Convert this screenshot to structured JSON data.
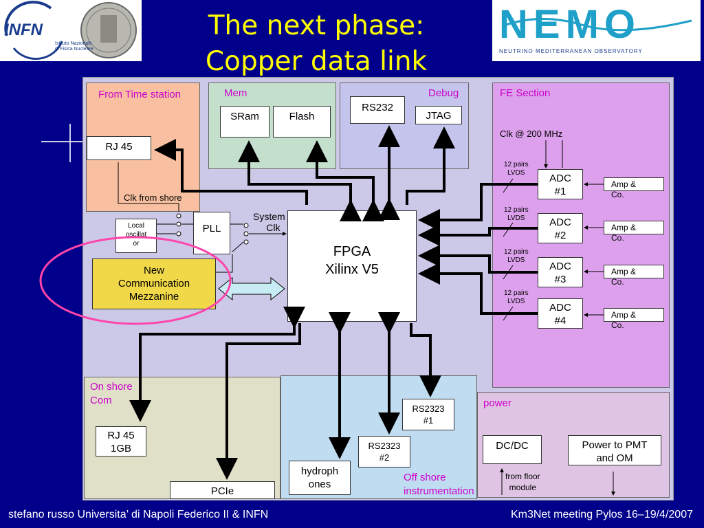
{
  "title": {
    "line1": "The next phase:",
    "line2": "Copper data link"
  },
  "logos": {
    "infn": {
      "name": "INFN",
      "subtitle_1": "Istituto Nazionale",
      "subtitle_2": "di Fisica Nucleare"
    },
    "nemo": {
      "name": "NEMO",
      "subtitle": "NEUTRINO MEDITERRANEAN OBSERVATORY"
    }
  },
  "sections": {
    "time_station": "From Time station",
    "mem": "Mem",
    "debug": "Debug",
    "fe": "FE Section",
    "onshore_1": "On shore",
    "onshore_2": "Com",
    "power": "power",
    "offshore_1": "Off shore",
    "offshore_2": "instrumentation"
  },
  "blocks": {
    "rj45_top": "RJ 45",
    "sram": "SRam",
    "flash": "Flash",
    "rs232": "RS232",
    "jtag": "JTAG",
    "local_osc_1": "Local",
    "local_osc_2": "oscillat",
    "local_osc_3": "or",
    "pll": "PLL",
    "new_mezz_1": "New",
    "new_mezz_2": "Communication",
    "new_mezz_3": "Mezzanine",
    "fpga_1": "FPGA",
    "fpga_2": "Xilinx V5",
    "adc1_1": "ADC",
    "adc1_2": "#1",
    "adc2_1": "ADC",
    "adc2_2": "#2",
    "adc3_1": "ADC",
    "adc3_2": "#3",
    "adc4_1": "ADC",
    "adc4_2": "#4",
    "amp_1": "Amp &",
    "amp_2": "Co.",
    "rj45_1gb_1": "RJ 45",
    "rj45_1gb_2": "1GB",
    "pcie": "PCIe",
    "hydro_1": "hydroph",
    "hydro_2": "ones",
    "rs2323_1_a": "RS2323",
    "rs2323_1_b": "#1",
    "rs2323_2_a": "RS2323",
    "rs2323_2_b": "#2",
    "dcdc": "DC/DC",
    "power_pmt_1": "Power to PMT",
    "power_pmt_2": "and OM"
  },
  "labels": {
    "clk_from_shore": "Clk from shore",
    "system_clk_1": "System",
    "system_clk_2": "Clk",
    "clk_200": "Clk @ 200 MHz",
    "pairs_1": "12 pairs",
    "pairs_2": "LVDS",
    "from_floor_1": "from floor",
    "from_floor_2": "module"
  },
  "footer": {
    "left": "stefano russo Universita’ di Napoli Federico II & INFN",
    "right": "Km3Net meeting Pylos 16–19/4/2007"
  },
  "colors": {
    "background": "#00008a",
    "title": "#ffff00",
    "section_label": "#cc00cc",
    "board": "#ccc8e8",
    "time_station": "#f8c0a0",
    "mem": "#c4e0cc",
    "debug": "#c4c4ec",
    "fe": "#dca0ec",
    "onshore": "#e0e0c8",
    "offshore": "#c0dcf0",
    "power": "#e0c4e4",
    "mezzanine": "#f0d848",
    "ellipse": "#ff44aa"
  }
}
